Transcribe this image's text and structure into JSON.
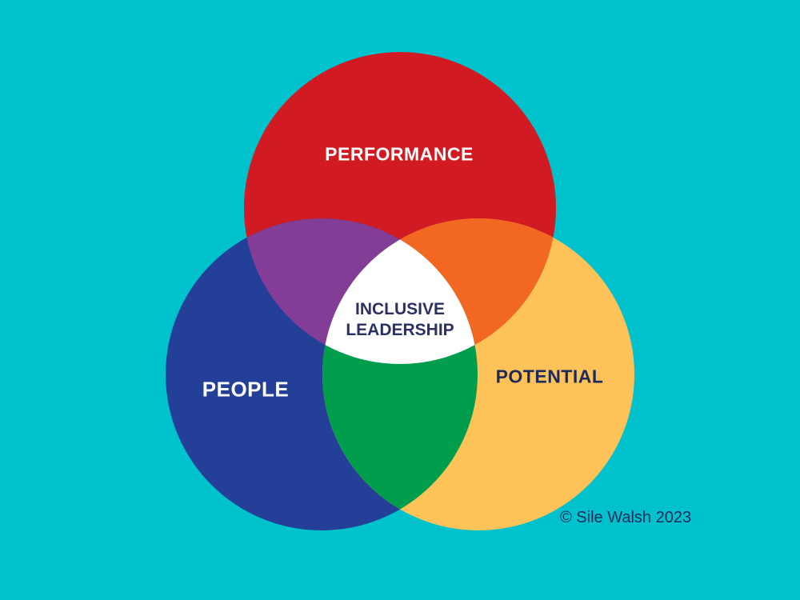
{
  "diagram": {
    "background": "#00C2CC",
    "circles": [
      {
        "id": "performance",
        "label": "PERFORMANCE",
        "color": "#D21A22",
        "text_color": "#FFFFFF"
      },
      {
        "id": "people",
        "label": "PEOPLE",
        "color": "#233F98",
        "text_color": "#FFFFFF"
      },
      {
        "id": "potential",
        "label": "POTENTIAL",
        "color": "#FDC359",
        "text_color": "#1F2A5C"
      }
    ],
    "overlaps": {
      "performance_people": "#843D96",
      "performance_potential": "#F26822",
      "people_potential": "#009E4C",
      "center": "#FFFFFF"
    },
    "center_label": {
      "line1": "INCLUSIVE",
      "line2": "LEADERSHIP",
      "color": "#2B3163"
    },
    "copyright": {
      "text": "© Sile Walsh 2023",
      "color": "#1F2A5C"
    }
  }
}
